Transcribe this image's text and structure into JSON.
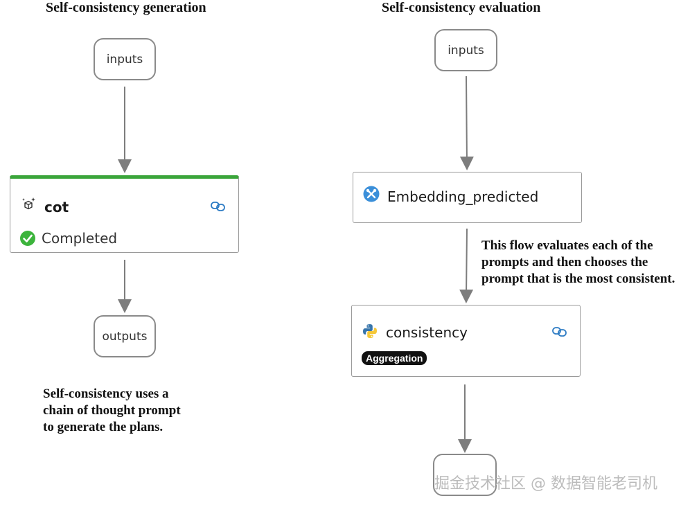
{
  "left": {
    "heading": "Self-consistency generation",
    "inputs_label": "inputs",
    "node_title": "cot",
    "status": "Completed",
    "outputs_label": "outputs",
    "note_lines": [
      "Self-consistency uses a",
      "chain of thought prompt",
      "to generate the plans."
    ]
  },
  "right": {
    "heading": "Self-consistency evaluation",
    "inputs_label": "inputs",
    "embed_title": "Embedding_predicted",
    "note_lines": [
      "This flow evaluates each of the",
      "prompts and then chooses the",
      "prompt that is the most consistent."
    ],
    "consistency_title": "consistency",
    "badge": "Aggregation"
  },
  "watermark": "掘金技术社区 @ 数据智能老司机",
  "colors": {
    "accent_green": "#3aa53a",
    "status_green": "#3cb43c",
    "link_blue": "#2e7cc4",
    "arrow": "#7d7d7d"
  },
  "icons": [
    "sparkle-cube-icon",
    "link-icon",
    "check-circle-icon",
    "tools-icon",
    "python-icon"
  ]
}
